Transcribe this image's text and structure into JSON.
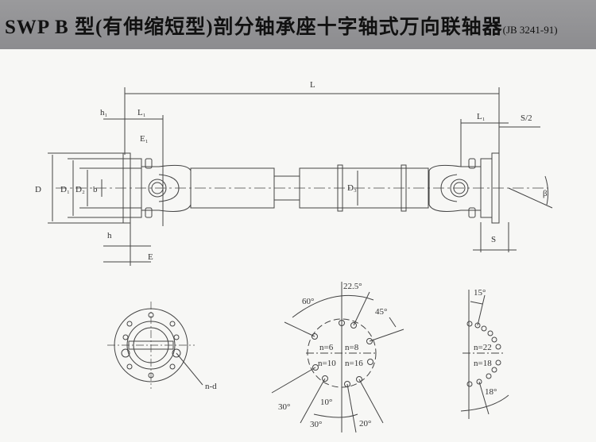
{
  "header": {
    "title": "SWP B 型(有伸缩短型)剖分轴承座十字轴式万向联轴器",
    "standard": "(JB 3241-91)"
  },
  "main_view": {
    "dims": {
      "L": "L",
      "h1": "h₁",
      "L1_left": "L₁",
      "E1": "E₁",
      "D": "D",
      "D1": "D₁",
      "D2": "D₂",
      "b": "b",
      "h": "h",
      "E": "E",
      "D3": "D₃",
      "L1_right": "L₁",
      "S2": "S/2",
      "beta": "β",
      "S": "S"
    }
  },
  "flange_view": {
    "label": "n-d"
  },
  "bolt_pattern_a": {
    "angles": [
      "22.5°",
      "60°",
      "45°",
      "30°",
      "10°",
      "30°",
      "20°"
    ],
    "counts": [
      "n=6",
      "n=8",
      "n=10",
      "n=16"
    ]
  },
  "bolt_pattern_b": {
    "angles": [
      "15°",
      "18°"
    ],
    "counts": [
      "n=22",
      "n=18"
    ]
  },
  "colors": {
    "header": "#8f8f92",
    "line": "#444444"
  }
}
